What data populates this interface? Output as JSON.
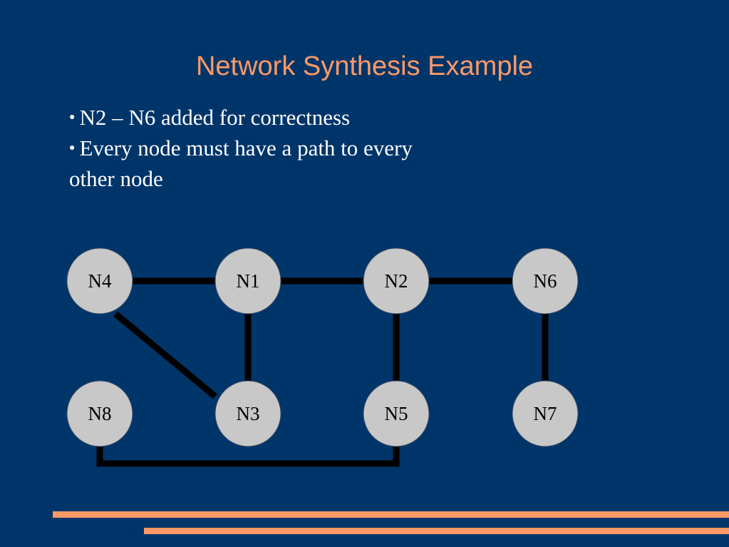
{
  "slide": {
    "title": "Network Synthesis Example",
    "bullets": [
      "N2 – N6 added for correctness",
      "Every node must have a path to every",
      "other node"
    ]
  },
  "colors": {
    "background": "#00356a",
    "title": "#ff9966",
    "text": "#ffffff",
    "node_fill": "#c8c8c8",
    "edge": "#000000",
    "accent_bars": "#ff9966"
  },
  "graph": {
    "nodes": [
      {
        "id": "N4",
        "label": "N4"
      },
      {
        "id": "N1",
        "label": "N1"
      },
      {
        "id": "N2",
        "label": "N2"
      },
      {
        "id": "N6",
        "label": "N6"
      },
      {
        "id": "N8",
        "label": "N8"
      },
      {
        "id": "N3",
        "label": "N3"
      },
      {
        "id": "N5",
        "label": "N5"
      },
      {
        "id": "N7",
        "label": "N7"
      }
    ],
    "edges": [
      {
        "from": "N4",
        "to": "N1"
      },
      {
        "from": "N1",
        "to": "N2"
      },
      {
        "from": "N2",
        "to": "N6"
      },
      {
        "from": "N4",
        "to": "N3"
      },
      {
        "from": "N1",
        "to": "N3"
      },
      {
        "from": "N2",
        "to": "N5"
      },
      {
        "from": "N6",
        "to": "N7"
      },
      {
        "from": "N8",
        "to": "N5"
      }
    ]
  }
}
